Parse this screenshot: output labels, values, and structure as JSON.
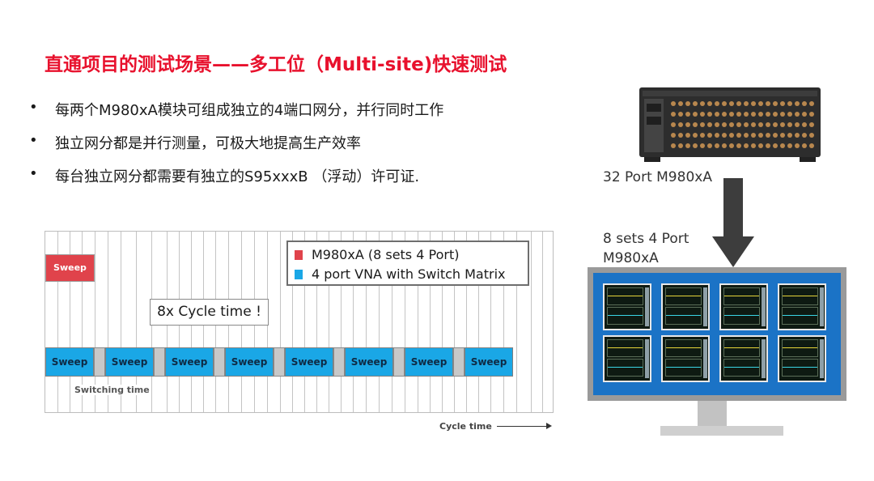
{
  "title": "直通项目的测试场景——多工位（Multi-site)快速测试",
  "bullet_marker": "•",
  "bullets": [
    "每两个M980xA模块可组成独立的4端口网分，并行同时工作",
    "独立网分都是并行测量，可极大地提高生产效率",
    "每台独立网分都需要有独立的S95xxxB （浮动）许可证."
  ],
  "diagram": {
    "red_sweep_label": "Sweep",
    "blue_sweep_label": "Sweep",
    "blue_sweep_count": 8,
    "legend": [
      {
        "label": "M980xA (8 sets 4 Port)",
        "color": "#e0434b"
      },
      {
        "label": "4 port VNA with Switch Matrix",
        "color": "#1aa7e6"
      }
    ],
    "callout": "8x Cycle time !",
    "switching_label": "Switching time",
    "cycle_label": "Cycle time"
  },
  "right": {
    "chassis_label": "32 Port M980xA",
    "sets_label_line1": "8 sets 4 Port",
    "sets_label_line2": "M980xA",
    "screen_panels": 8
  },
  "colors": {
    "title": "#e8112d",
    "sweep_red": "#e0434b",
    "sweep_blue": "#1aa7e6",
    "screen": "#1b73c6",
    "arrow": "#3d3d3d"
  }
}
